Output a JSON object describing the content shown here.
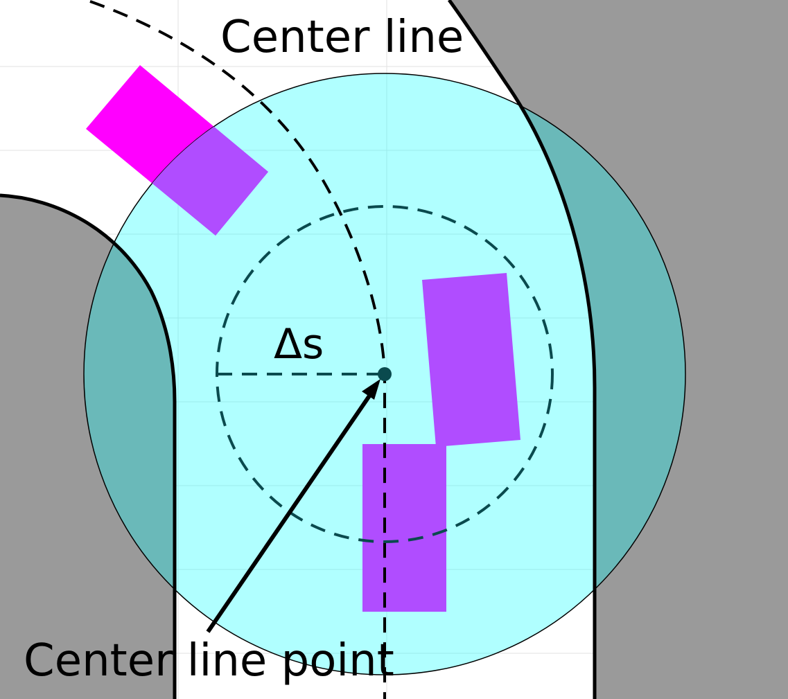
{
  "labels": {
    "center_line": "Center line",
    "delta_s": "Δs",
    "center_line_point": "Center line point"
  },
  "colors": {
    "background": "#ffffff",
    "grid": "#e2e2e2",
    "road_boundary_fill": "#9a9a9a",
    "sensing_circle": "#00ffff",
    "obstacle_outside": "#ff00ff",
    "obstacle_inside": "#b04dff",
    "dashed_lines": "#0a4a4e",
    "arrow": "#000000"
  }
}
